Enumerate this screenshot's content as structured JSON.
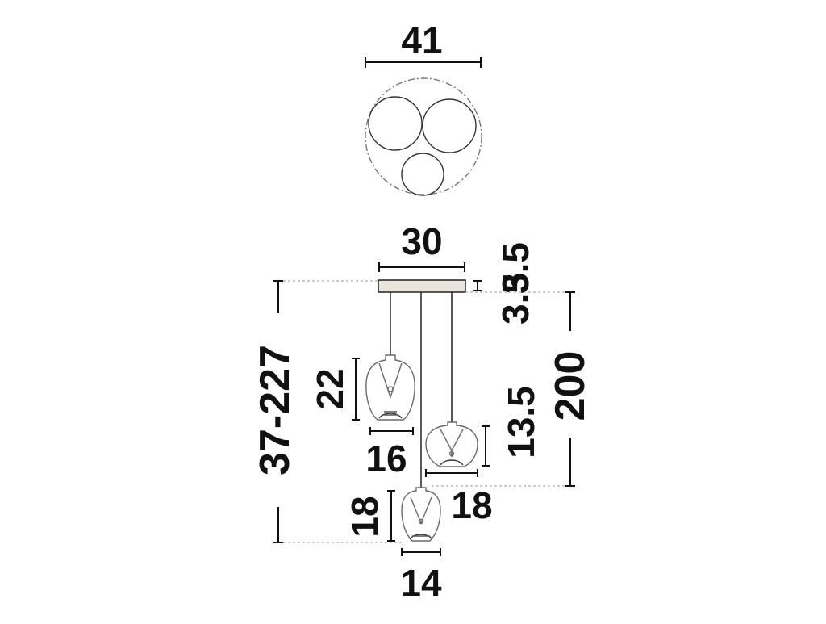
{
  "dimensions": {
    "top_width": "41",
    "canopy_width": "30",
    "canopy_height": "3.5",
    "cable_drop": "3.5",
    "overall_height": "37-227",
    "max_cable_length": "200",
    "shade_large_height": "22",
    "shade_large_width": "16",
    "shade_small_height": "13.5",
    "shade_small_width": "18",
    "shade_mid_height": "18",
    "shade_mid_width": "14"
  },
  "colors": {
    "line": "#111111",
    "dashed": "#9a9a9a",
    "canopy_fill": "#e9e4dc",
    "glass": "#6a6a6a",
    "background": "#ffffff"
  }
}
